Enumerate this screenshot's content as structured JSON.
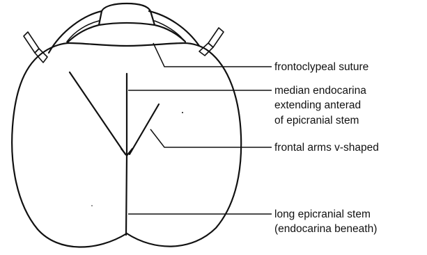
{
  "labels": {
    "frontoclypeal_suture": "frontoclypeal suture",
    "median_endocarina_1": "median endocarina",
    "median_endocarina_2": "extending anterad",
    "median_endocarina_3": "of epicranial stem",
    "frontal_arms": "frontal arms v-shaped",
    "epicranial_stem_1": "long epicranial stem",
    "epicranial_stem_2": "(endocarina beneath)"
  }
}
